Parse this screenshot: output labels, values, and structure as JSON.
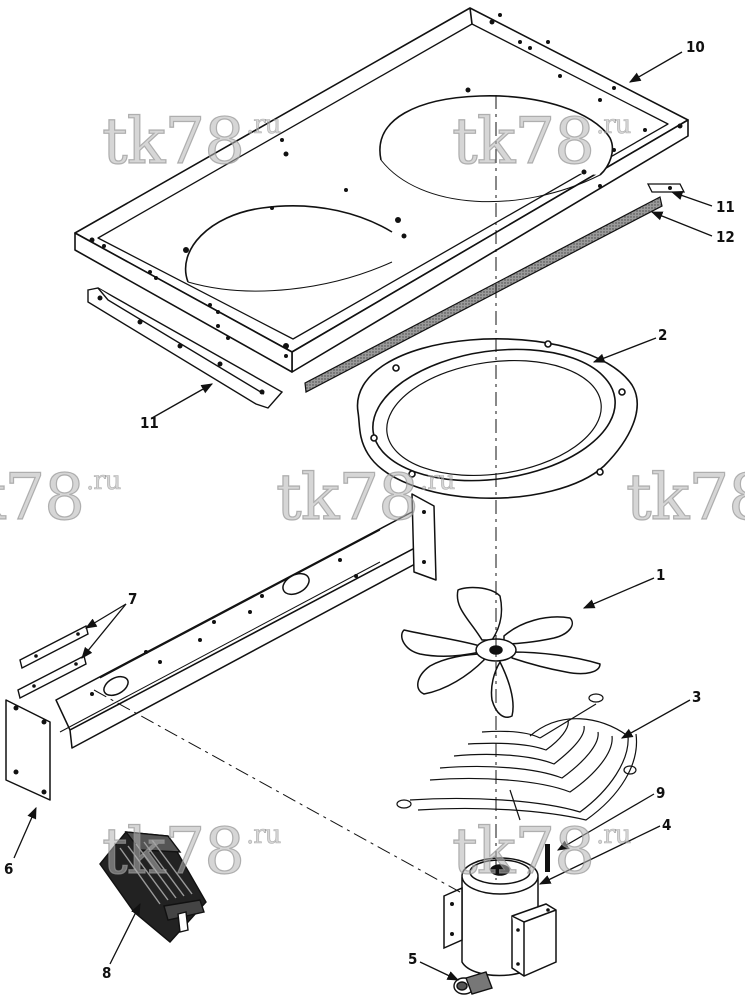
{
  "callouts": {
    "c1": "1",
    "c2": "2",
    "c3": "3",
    "c4": "4",
    "c5": "5",
    "c6": "6",
    "c7": "7",
    "c8": "8",
    "c9": "9",
    "c10": "10",
    "c11a": "11",
    "c11b": "11",
    "c12": "12"
  },
  "watermark": {
    "text": "tk78",
    "suffix": ".ru"
  },
  "colors": {
    "line": "#111111",
    "gasket_fill": "#8a8a8a",
    "watermark": "#b4b4b4"
  }
}
